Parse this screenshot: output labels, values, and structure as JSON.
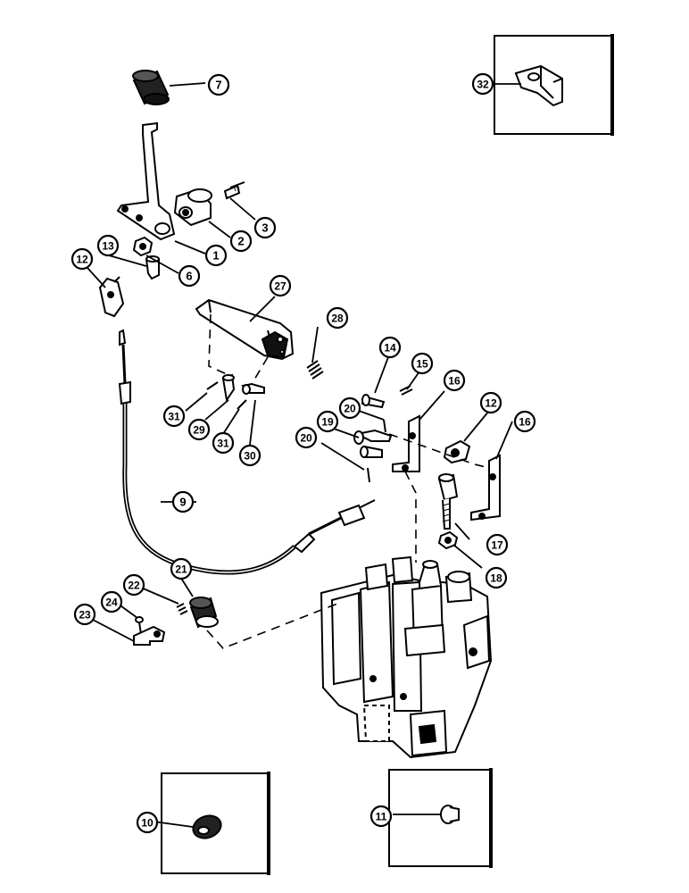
{
  "callouts": [
    {
      "id": "c7",
      "label": "7"
    },
    {
      "id": "c32",
      "label": "32"
    },
    {
      "id": "c3",
      "label": "3"
    },
    {
      "id": "c2",
      "label": "2"
    },
    {
      "id": "c1",
      "label": "1"
    },
    {
      "id": "c6",
      "label": "6"
    },
    {
      "id": "c12a",
      "label": "12"
    },
    {
      "id": "c13",
      "label": "13"
    },
    {
      "id": "c27",
      "label": "27"
    },
    {
      "id": "c28",
      "label": "28"
    },
    {
      "id": "c14",
      "label": "14"
    },
    {
      "id": "c15",
      "label": "15"
    },
    {
      "id": "c16a",
      "label": "16"
    },
    {
      "id": "c12b",
      "label": "12"
    },
    {
      "id": "c16b",
      "label": "16"
    },
    {
      "id": "c20a",
      "label": "20"
    },
    {
      "id": "c19",
      "label": "19"
    },
    {
      "id": "c20b",
      "label": "20"
    },
    {
      "id": "c31a",
      "label": "31"
    },
    {
      "id": "c29",
      "label": "29"
    },
    {
      "id": "c31b",
      "label": "31"
    },
    {
      "id": "c30",
      "label": "30"
    },
    {
      "id": "c9",
      "label": "9"
    },
    {
      "id": "c17",
      "label": "17"
    },
    {
      "id": "c18",
      "label": "18"
    },
    {
      "id": "c21",
      "label": "21"
    },
    {
      "id": "c22",
      "label": "22"
    },
    {
      "id": "c24",
      "label": "24"
    },
    {
      "id": "c23",
      "label": "23"
    },
    {
      "id": "c10",
      "label": "10"
    },
    {
      "id": "c11",
      "label": "11"
    }
  ]
}
